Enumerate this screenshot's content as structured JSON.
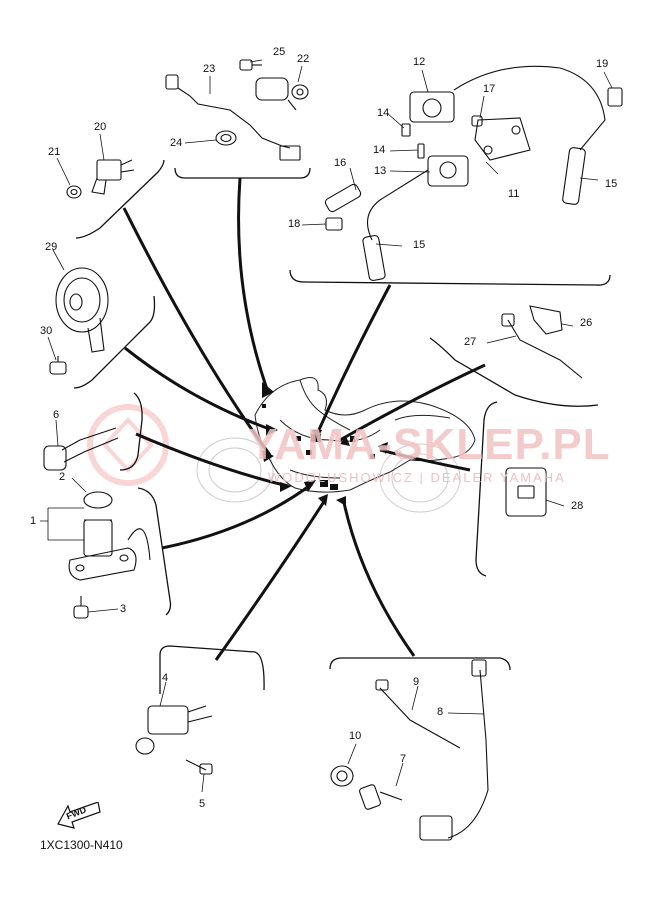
{
  "watermark": {
    "text": "YAMA-SKLEP.PL",
    "subtext": "WODOŁUSHOWICZ | DEALER YAMAHA"
  },
  "diagram": {
    "catalog_code": "1XC1300-N410",
    "fwd_label": "FWD",
    "labels": {
      "p1": "1",
      "p2": "2",
      "p3": "3",
      "p4": "4",
      "p5": "5",
      "p6": "6",
      "p7": "7",
      "p8": "8",
      "p9": "9",
      "p10": "10",
      "p11": "11",
      "p12": "12",
      "p13": "13",
      "p14a": "14",
      "p14b": "14",
      "p15a": "15",
      "p15b": "15",
      "p16": "16",
      "p17": "17",
      "p18": "18",
      "p19": "19",
      "p20": "20",
      "p21": "21",
      "p22": "22",
      "p23": "23",
      "p24": "24",
      "p25": "25",
      "p26": "26",
      "p27": "27",
      "p28": "28",
      "p29": "29",
      "p30": "30"
    }
  }
}
